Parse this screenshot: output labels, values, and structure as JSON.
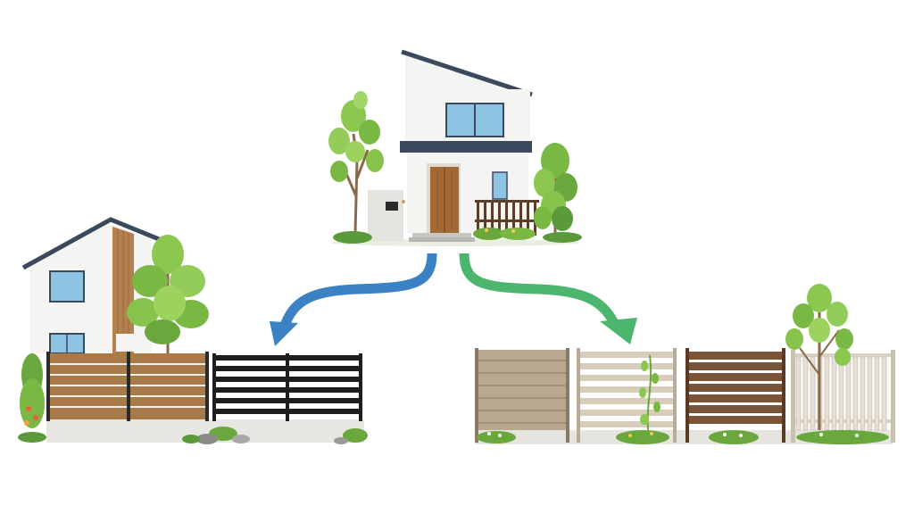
{
  "title": "",
  "colors": {
    "background": "#ffffff",
    "arrow_left": "#3b82c4",
    "arrow_right": "#4cb66e",
    "roof_dark": "#3a4a5c",
    "wall": "#f4f4f2",
    "wood": "#a87a4a",
    "door": "#a36a35",
    "window": "#8fc3e3",
    "fence_black": "#1e1e1e",
    "fence_greige": "#b8a890",
    "fence_light": "#d8cdbb",
    "fence_brown": "#7a5436",
    "fence_white": "#e6e0d4",
    "leaf_light": "#8cc850",
    "leaf_dark": "#5a9a3a"
  },
  "illustrations": [
    {
      "id": "top-house",
      "icon": "house-with-tree-icon"
    },
    {
      "id": "left-house",
      "icon": "house-with-fence-icon"
    },
    {
      "id": "fence-samples",
      "icon": "fence-samples-icon"
    }
  ],
  "fence_samples": [
    {
      "style": "wide-horizontal-greige"
    },
    {
      "style": "slatted-horizontal-light"
    },
    {
      "style": "horizontal-dark-brown"
    },
    {
      "style": "vertical-white-picket"
    }
  ]
}
